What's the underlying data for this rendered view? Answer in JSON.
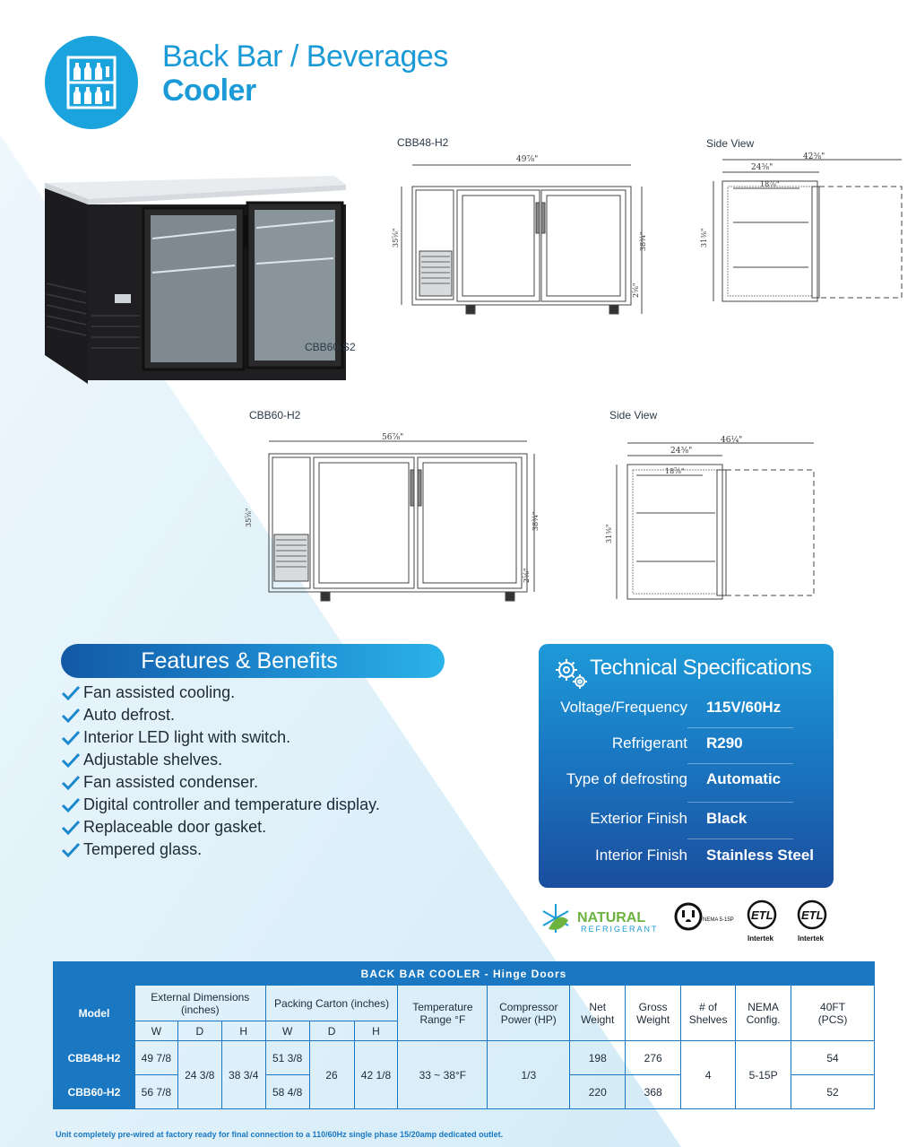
{
  "header": {
    "title_line1": "Back Bar / Beverages",
    "title_line2": "Cooler"
  },
  "product": {
    "photo_caption": "CBB60-S2"
  },
  "drawings": {
    "cbb48_label": "CBB48-H2",
    "cbb48_side_label": "Side View",
    "cbb60_label": "CBB60-H2",
    "cbb60_side_label": "Side View"
  },
  "features": {
    "title": "Features & Benefits",
    "items": [
      "Fan assisted cooling.",
      "Auto defrost.",
      "Interior LED light with switch.",
      "Adjustable shelves.",
      "Fan assisted condenser.",
      "Digital controller and temperature display.",
      "Replaceable door gasket.",
      "Tempered glass."
    ]
  },
  "specs": {
    "title": "Technical Specifications",
    "rows": [
      {
        "label": "Voltage/Frequency",
        "value": "115V/60Hz"
      },
      {
        "label": "Refrigerant",
        "value": "R290"
      },
      {
        "label": "Type of defrosting",
        "value": "Automatic"
      },
      {
        "label": "Exterior Finish",
        "value": "Black"
      },
      {
        "label": "Interior Finish",
        "value": "Stainless Steel"
      }
    ]
  },
  "certs": {
    "natural": "NATURAL",
    "refrigerant": "REFRIGERANT",
    "nema": "NEMA 5-15P",
    "intertek1": "Intertek",
    "intertek2": "Intertek"
  },
  "table": {
    "title": "BACK BAR COOLER - Hinge Doors",
    "headers": {
      "model": "Model",
      "ext_dims_1": "External Dimensions",
      "ext_dims_2": "(inches)",
      "carton": "Packing Carton (inches)",
      "temp_1": "Temperature",
      "temp_2": "Range °F",
      "comp_1": "Compressor",
      "comp_2": "Power (HP)",
      "net_1": "Net",
      "net_2": "Weight",
      "gross_1": "Gross",
      "gross_2": "Weight",
      "shelves_1": "# of",
      "shelves_2": "Shelves",
      "nema_1": "NEMA",
      "nema_2": "Config.",
      "pcs_1": "40FT",
      "pcs_2": "(PCS)",
      "w": "W",
      "d": "D",
      "h": "H",
      "cw": "W",
      "cd": "D",
      "ch": "H"
    },
    "rows": [
      {
        "model": "CBB48-H2",
        "w": "49 7/8",
        "cw": "51 3/8",
        "net": "198",
        "gross": "276",
        "pcs": "54"
      },
      {
        "model": "CBB60-H2",
        "w": "56 7/8",
        "cw": "58 4/8",
        "net": "220",
        "gross": "368",
        "pcs": "52"
      }
    ],
    "shared": {
      "d": "24 3/8",
      "h": "38 3/4",
      "cd": "26",
      "ch": "42 1/8",
      "temp": "33 ~ 38°F",
      "hp": "1/3",
      "shelves": "4",
      "nema": "5-15P"
    }
  },
  "footnote": "Unit completely pre-wired at factory ready for final connection to a 110/60Hz single phase 15/20amp dedicated outlet."
}
